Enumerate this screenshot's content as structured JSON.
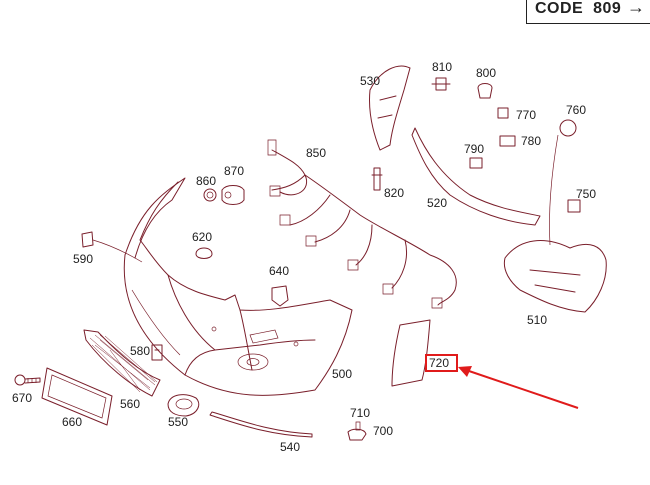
{
  "header": {
    "code_label": "CODE",
    "code_number": "809",
    "code_arrow": "→"
  },
  "parts": [
    {
      "id": "p530",
      "label": "530"
    },
    {
      "id": "p810",
      "label": "810"
    },
    {
      "id": "p800",
      "label": "800"
    },
    {
      "id": "p760",
      "label": "760"
    },
    {
      "id": "p770",
      "label": "770"
    },
    {
      "id": "p780",
      "label": "780"
    },
    {
      "id": "p790",
      "label": "790"
    },
    {
      "id": "p850",
      "label": "850"
    },
    {
      "id": "p860",
      "label": "860"
    },
    {
      "id": "p870",
      "label": "870"
    },
    {
      "id": "p820",
      "label": "820"
    },
    {
      "id": "p750",
      "label": "750"
    },
    {
      "id": "p520",
      "label": "520"
    },
    {
      "id": "p620",
      "label": "620"
    },
    {
      "id": "p590",
      "label": "590"
    },
    {
      "id": "p640",
      "label": "640"
    },
    {
      "id": "p510",
      "label": "510"
    },
    {
      "id": "p580",
      "label": "580"
    },
    {
      "id": "p720",
      "label": "720"
    },
    {
      "id": "p500",
      "label": "500"
    },
    {
      "id": "p670",
      "label": "670"
    },
    {
      "id": "p560",
      "label": "560"
    },
    {
      "id": "p550",
      "label": "550"
    },
    {
      "id": "p660",
      "label": "660"
    },
    {
      "id": "p710",
      "label": "710"
    },
    {
      "id": "p700",
      "label": "700"
    },
    {
      "id": "p540",
      "label": "540"
    }
  ],
  "highlight": {
    "part_label": "720",
    "color": "#e01b1b"
  },
  "colors": {
    "part_stroke": "#7a1f2b",
    "label": "#222222",
    "highlight": "#e01b1b"
  }
}
